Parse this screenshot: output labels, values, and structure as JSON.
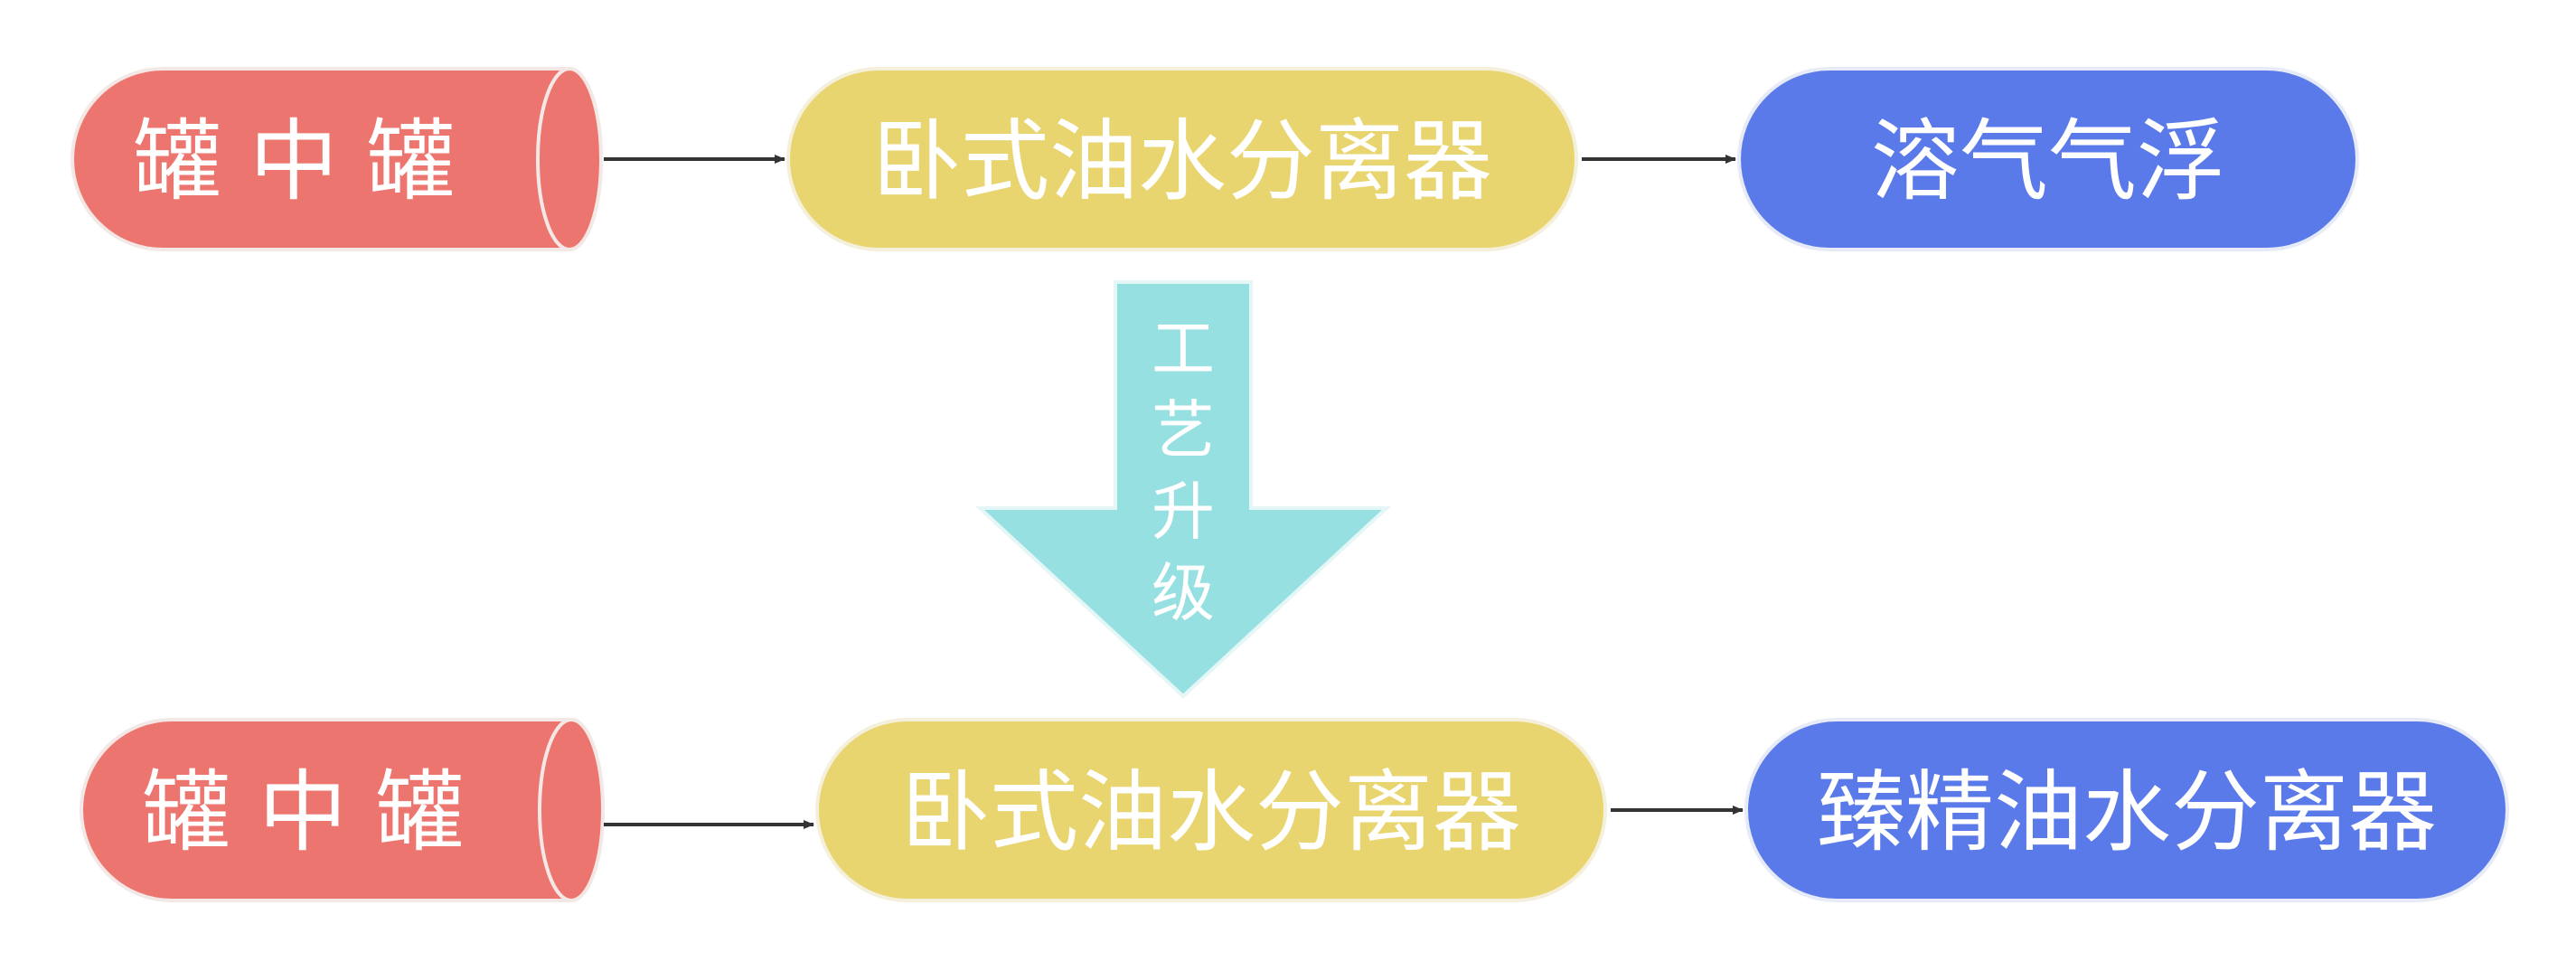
{
  "colors": {
    "tank": "#ed756f",
    "separator": "#e9d56f",
    "output": "#5b7ae9",
    "upgrade_arrow": "#96e0e2",
    "connector": "#333333",
    "text": "#ffffff"
  },
  "rows": [
    {
      "tank": {
        "label": "罐 中 罐"
      },
      "separator": {
        "label": "卧式油水分离器"
      },
      "output": {
        "label": "溶气气浮"
      }
    },
    {
      "tank": {
        "label": "罐 中 罐"
      },
      "separator": {
        "label": "卧式油水分离器"
      },
      "output": {
        "label": "臻精油水分离器"
      }
    }
  ],
  "upgrade": {
    "chars": [
      "工",
      "艺",
      "升",
      "级"
    ]
  }
}
